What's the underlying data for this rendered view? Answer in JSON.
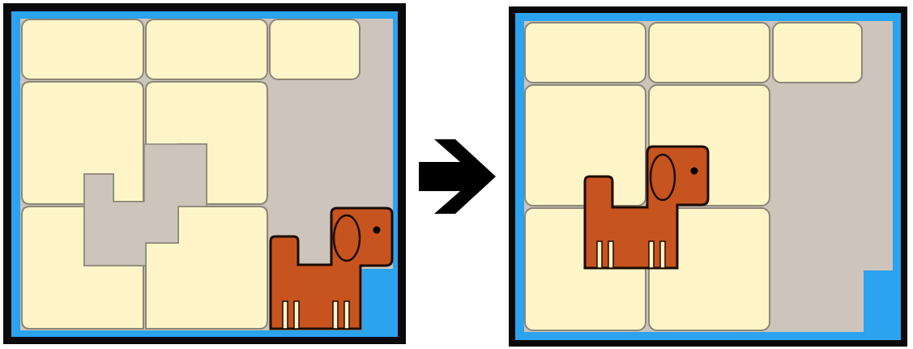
{
  "colors": {
    "frame": "#0a0a0a",
    "border_blue": "#2ba3ef",
    "board_gray": "#cdc4bc",
    "tile_fill": "#fdf5c8",
    "tile_stroke": "#8c8677",
    "dog_fill": "#c7531f",
    "dog_stroke": "#1c0b05",
    "arrow": "#000000"
  },
  "panels": [
    {
      "name": "before-board",
      "tiles": 7,
      "dog_state": "outside-cutout"
    },
    {
      "name": "after-board",
      "tiles": 7,
      "dog_state": "inside-cutout"
    }
  ],
  "icons": {
    "transition": "right-arrow-icon",
    "piece": "dog-piece-icon"
  }
}
